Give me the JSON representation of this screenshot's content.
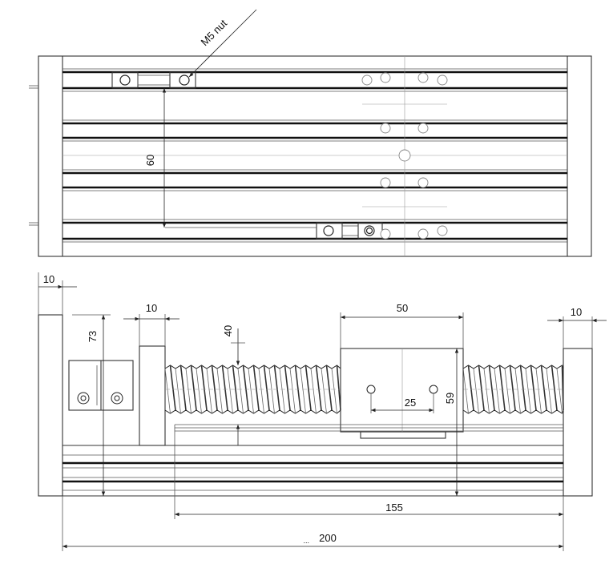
{
  "top_view": {
    "nut_callout": "M5 nut",
    "dim_nut_spacing": "60"
  },
  "front_view": {
    "dim_end_plate_left": "10",
    "dim_height_total": "73",
    "dim_bearing_block": "10",
    "dim_screw_axis": "40",
    "dim_carriage_width": "50",
    "dim_carriage_height": "59",
    "dim_hole_spacing": "25",
    "dim_end_plate_right": "10",
    "dim_travel": "155",
    "dim_overall_length": "200",
    "overall_length_prefix": "..."
  },
  "colors": {
    "line": "#111111",
    "dimension": "#222222",
    "hidden": "#999999"
  }
}
